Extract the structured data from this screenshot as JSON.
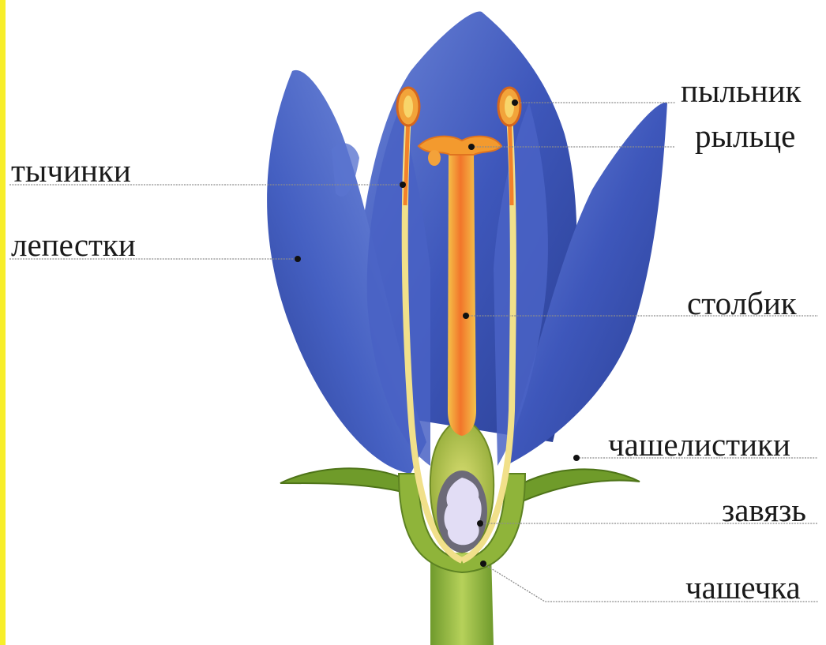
{
  "labels": {
    "anther": "пыльник",
    "stigma": "рыльце",
    "stamens": "тычинки",
    "petals": "лепестки",
    "style": "столбик",
    "sepals": "чашелистики",
    "ovary": "завязь",
    "calyx": "чашечка"
  },
  "colors": {
    "page_border": "#f7ee2a",
    "petal_blue": "#3d56b5",
    "filament_yellow": "#f4e88a",
    "style_orange": "#f3822a",
    "receptacle_green": "#8fb43a",
    "ovule_lilac": "#dcd8f0"
  }
}
